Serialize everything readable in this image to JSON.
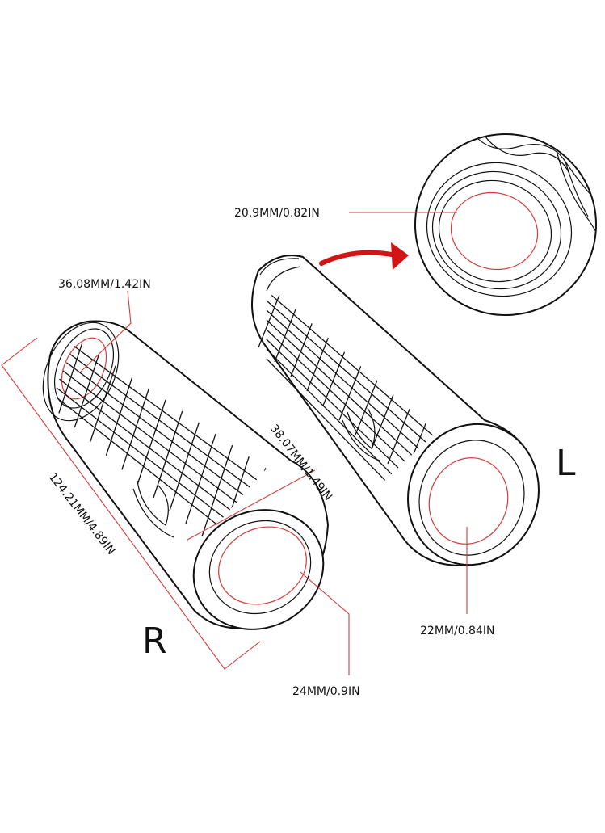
{
  "labels": {
    "inner_diameter_zoom": "20.9MM/0.82IN",
    "end_diameter_right": "36.08MM/1.42IN",
    "body_diameter_right": "38.07MM/1.49IN",
    "length_right": "124.21MM/4.89IN",
    "bore_right": "24MM/0.9IN",
    "bore_left": "22MM/0.84IN",
    "side_right": "R",
    "side_left": "L"
  },
  "colors": {
    "accent_red": "#d11414",
    "leader_red": "#d43b3b",
    "line": "#111111"
  }
}
